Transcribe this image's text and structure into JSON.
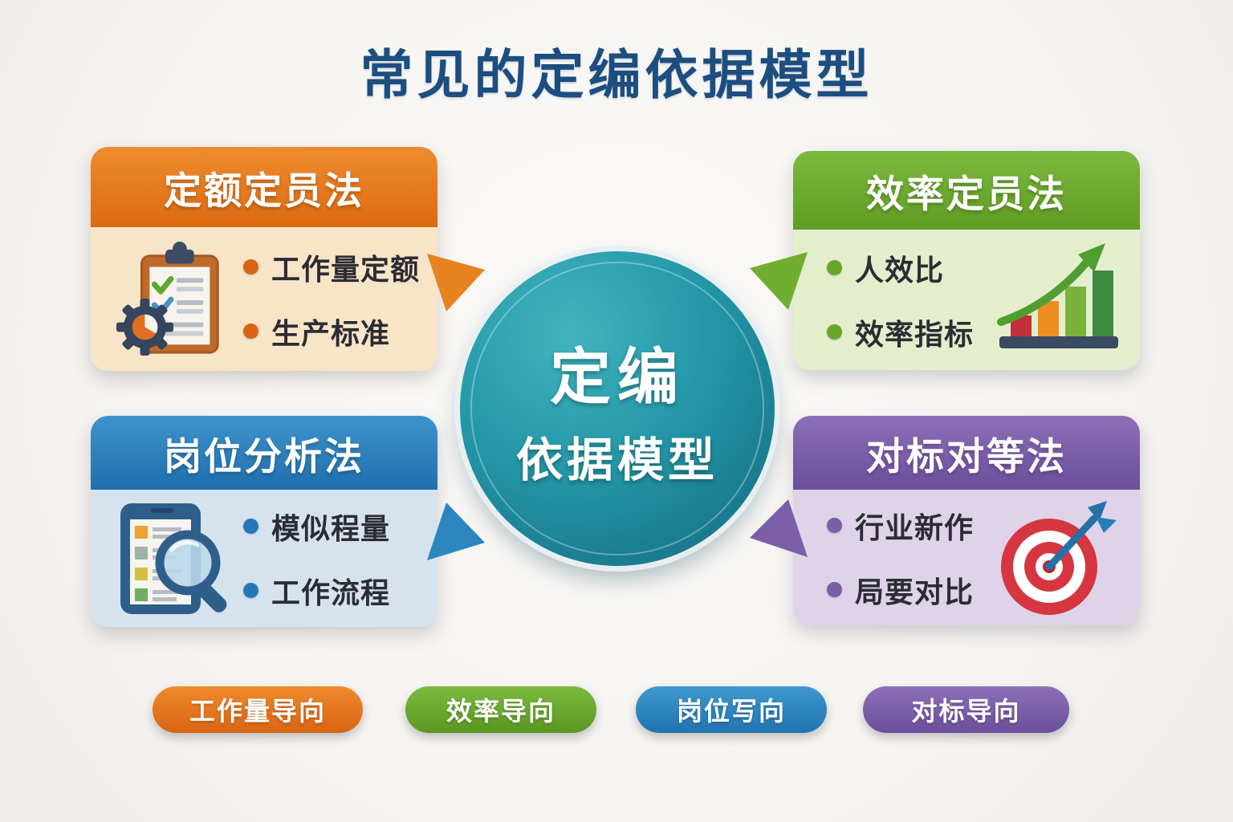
{
  "title": "常见的定编依据模型",
  "title_color": "#1c4e80",
  "center_circle": {
    "line1": "定编",
    "line2": "依据模型",
    "color": "#1f8396"
  },
  "cards": [
    {
      "name": "定额定员法",
      "bullets": [
        "工作量定额",
        "生产标准"
      ],
      "icon": "clipboard-checklist-gear",
      "theme_color": "#e2711d",
      "body_color": "#f8e5c8",
      "position": "top-left"
    },
    {
      "name": "效率定员法",
      "bullets": [
        "人效比",
        "效率指标"
      ],
      "icon": "rising-bar-chart",
      "theme_color": "#69a62c",
      "body_color": "#e4eecd",
      "position": "top-right"
    },
    {
      "name": "岗位分析法",
      "bullets": [
        "模似程量",
        "工作流程"
      ],
      "icon": "tablet-checklist-magnifier",
      "theme_color": "#2678b4",
      "body_color": "#d6e3ee",
      "position": "bottom-left"
    },
    {
      "name": "对标对等法",
      "bullets": [
        "行业新作",
        "局要对比"
      ],
      "icon": "target-with-dart",
      "theme_color": "#7b5ea7",
      "body_color": "#ded3e9",
      "position": "bottom-right"
    }
  ],
  "pills": [
    {
      "label": "工作量导向",
      "color": "#e2711d"
    },
    {
      "label": "效率导向",
      "color": "#69a62c"
    },
    {
      "label": "岗位写向",
      "color": "#2e8fc0"
    },
    {
      "label": "对标导向",
      "color": "#8a64ad"
    }
  ]
}
